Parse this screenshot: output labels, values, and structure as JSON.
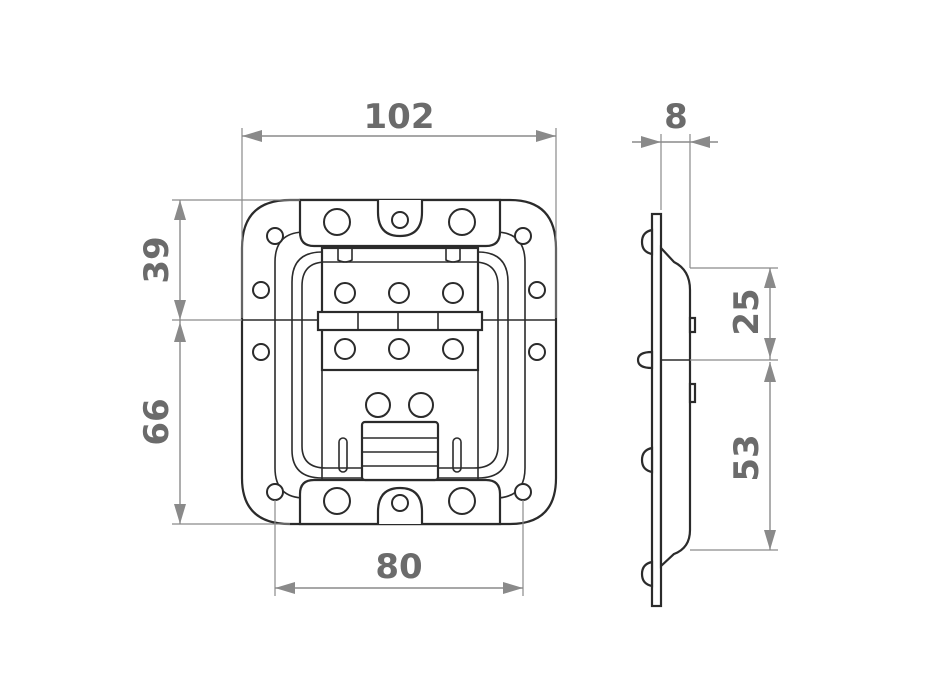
{
  "dimensions": {
    "overall_width": "102",
    "mount_width": "80",
    "upper_height": "39",
    "lower_height": "66",
    "depth": "8",
    "side_upper": "25",
    "side_lower": "53"
  },
  "colors": {
    "line": "#2b2b2b",
    "dimension": "#8a8a8a",
    "text": "#6b6b6b",
    "background": "#ffffff"
  }
}
